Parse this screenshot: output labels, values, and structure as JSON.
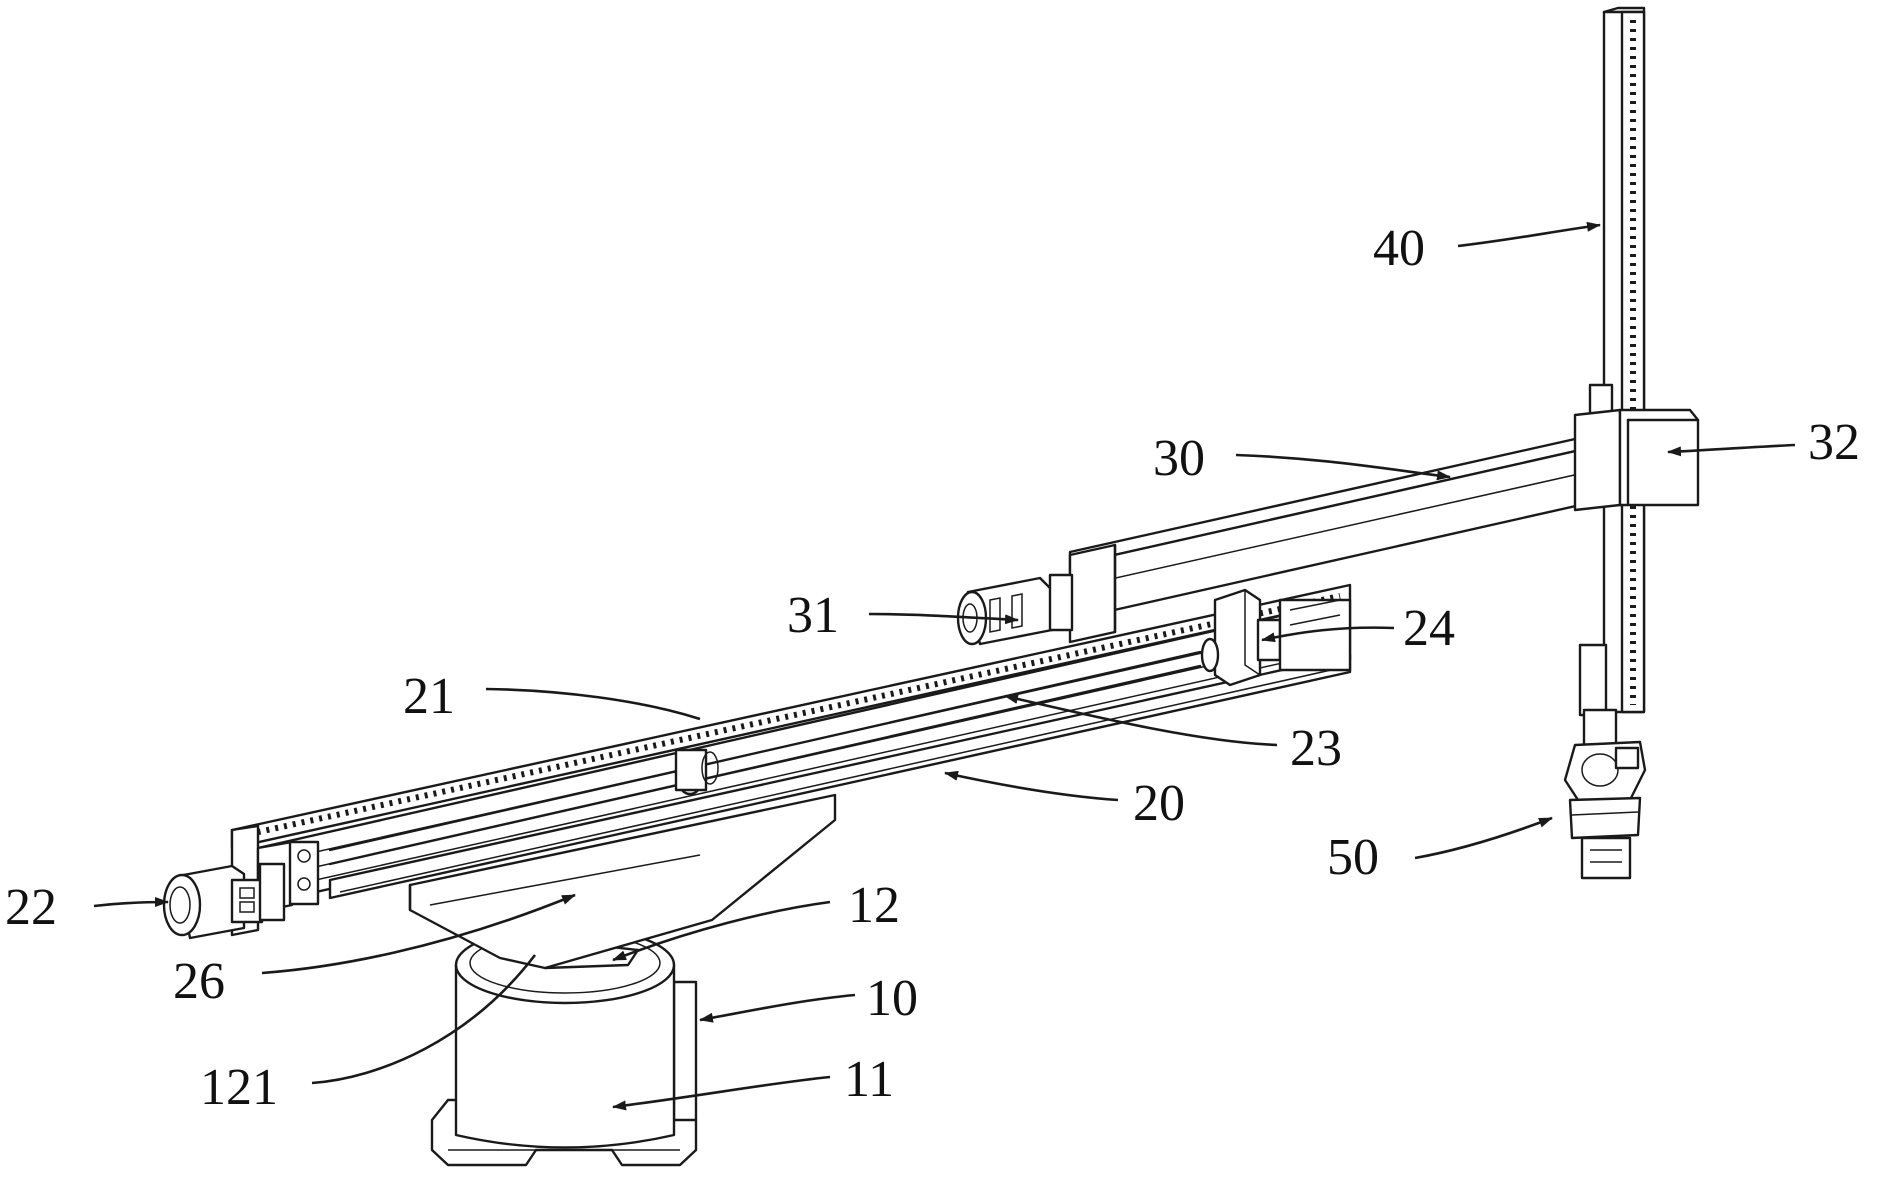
{
  "labels": {
    "l10": "10",
    "l11": "11",
    "l12": "12",
    "l121": "121",
    "l20": "20",
    "l21": "21",
    "l22": "22",
    "l23": "23",
    "l24": "24",
    "l26": "26",
    "l30": "30",
    "l31": "31",
    "l32": "32",
    "l40": "40",
    "l50": "50"
  },
  "colors": {
    "ink": "#1a1a1a",
    "background": "#ffffff"
  }
}
